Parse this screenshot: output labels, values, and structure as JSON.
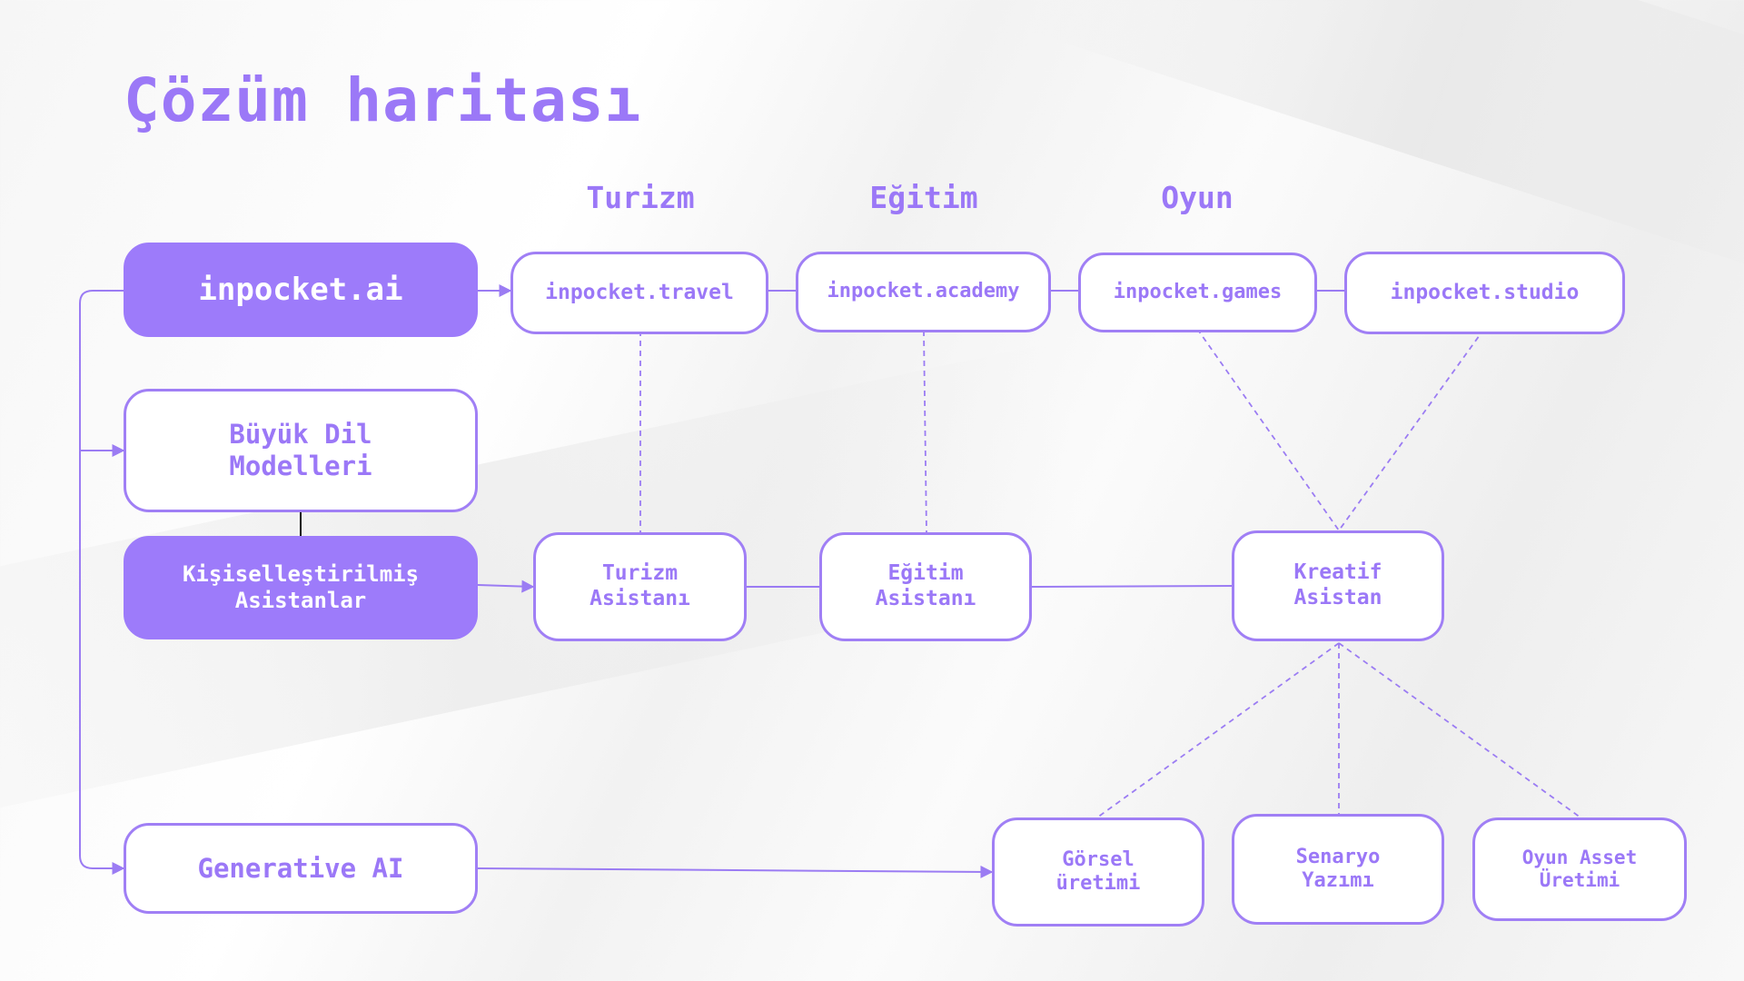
{
  "title": "Çözüm haritası",
  "categories": {
    "tourism": "Turizm",
    "education": "Eğitim",
    "game": "Oyun"
  },
  "nodes": {
    "inpocket_ai": "inpocket.ai",
    "llm": "Büyük Dil\nModelleri",
    "personal_assistants": "Kişiselleştirilmiş\nAsistanlar",
    "generative_ai": "Generative AI",
    "travel": "inpocket.travel",
    "academy": "inpocket.academy",
    "games": "inpocket.games",
    "studio": "inpocket.studio",
    "tourism_assistant": "Turizm\nAsistanı",
    "education_assistant": "Eğitim\nAsistanı",
    "creative_assistant": "Kreatif\nAsistan",
    "visual_production": "Görsel\nüretimi",
    "script_writing": "Senaryo\nYazımı",
    "game_asset_production": "Oyun Asset\nÜretimi"
  },
  "colors": {
    "accent": "#9d7bfa",
    "border": "#a07ff5",
    "text": "#9b78f7",
    "line": "#9b7cf3",
    "black_connector": "#111111"
  }
}
